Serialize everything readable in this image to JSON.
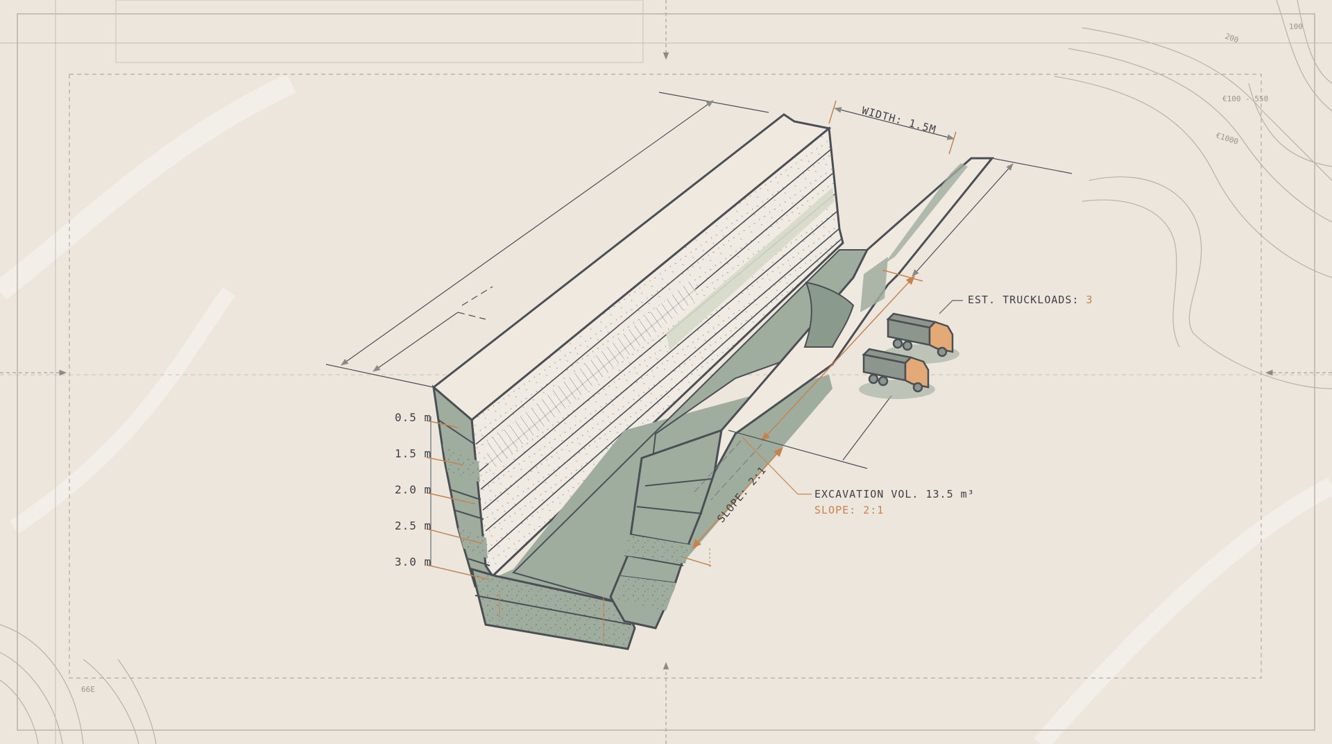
{
  "diagram": {
    "type": "isometric trench excavation cross-section",
    "colors": {
      "paper": "#ece6dd",
      "line": "#4a4f55",
      "soil_green": "#9fad9f",
      "soil_green_dark": "#8a9a8c",
      "accent_orange": "#c8834d",
      "frame_gray": "#a8a29a",
      "truck_body": "#8c968d",
      "truck_cab": "#e3a977"
    },
    "dimensions": {
      "width_label": "WIDTH: 1.5M",
      "slope_label": "SLOPE: 2:1"
    },
    "depth_scale": [
      {
        "label": "0.5 m"
      },
      {
        "label": "1.5 m"
      },
      {
        "label": "2.0 m"
      },
      {
        "label": "2.5 m"
      },
      {
        "label": "3.0 m"
      }
    ],
    "callouts": {
      "truckloads_label": "EST. TRUCKLOADS:",
      "truckloads_value": "3",
      "excavation_label": "EXCAVATION VOL. 13.5 m³",
      "slope_note": "SLOPE: 2:1"
    },
    "trucks": [
      {
        "name": "dump-truck-1"
      },
      {
        "name": "dump-truck-2"
      }
    ],
    "map_labels": [
      "100",
      "200",
      "€100 - 550",
      "€1000",
      "66E"
    ]
  }
}
